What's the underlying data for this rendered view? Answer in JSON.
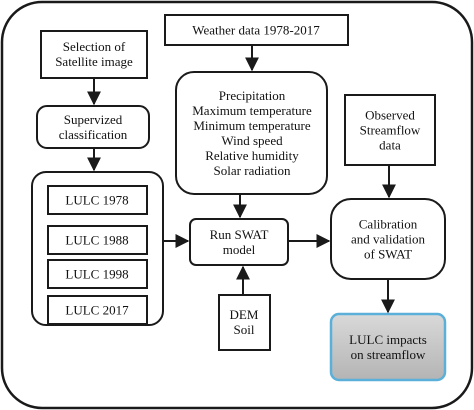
{
  "nodes": {
    "satellite": {
      "lines": [
        "Selection of",
        "Satellite image"
      ]
    },
    "supervized": {
      "lines": [
        "Supervized",
        "classification"
      ]
    },
    "lulc_1978": {
      "lines": [
        "LULC 1978"
      ]
    },
    "lulc_1988": {
      "lines": [
        "LULC 1988"
      ]
    },
    "lulc_1998": {
      "lines": [
        "LULC 1998"
      ]
    },
    "lulc_2017": {
      "lines": [
        "LULC 2017"
      ]
    },
    "weather": {
      "lines": [
        "Weather data 1978-2017"
      ]
    },
    "climate_vars": {
      "lines": [
        "Precipitation",
        "Maximum temperature",
        "Minimum temperature",
        "Wind speed",
        "Relative humidity",
        "Solar radiation"
      ]
    },
    "run_swat": {
      "lines": [
        "Run SWAT",
        "model"
      ]
    },
    "dem_soil": {
      "lines": [
        "DEM",
        "Soil"
      ]
    },
    "observed": {
      "lines": [
        "Observed",
        "Streamflow",
        "data"
      ]
    },
    "calibration": {
      "lines": [
        "Calibration",
        "and validation",
        "of SWAT"
      ]
    },
    "impacts": {
      "lines": [
        "LULC impacts",
        "on streamflow"
      ]
    }
  },
  "colors": {
    "stroke": "#1a1a1a",
    "highlight_fill": "#c8c8c8",
    "highlight_border": "#5ab0d8",
    "background": "#ffffff"
  }
}
